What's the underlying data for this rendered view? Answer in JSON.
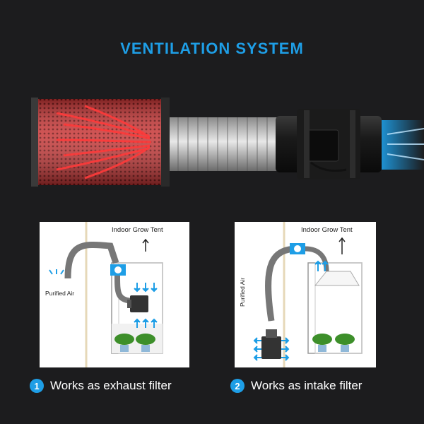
{
  "title": "VENTILATION SYSTEM",
  "panels": [
    {
      "tent_label": "Indoor Grow Tent",
      "air_label": "Purified Air"
    },
    {
      "tent_label": "Indoor Grow Tent",
      "air_label": "Purified Air"
    }
  ],
  "captions": [
    {
      "number": "1",
      "text": "Works as exhaust filter"
    },
    {
      "number": "2",
      "text": "Works as intake filter"
    }
  ],
  "colors": {
    "accent": "#1e9ee6",
    "filter_red": "#e03030",
    "background": "#1c1c1e"
  }
}
